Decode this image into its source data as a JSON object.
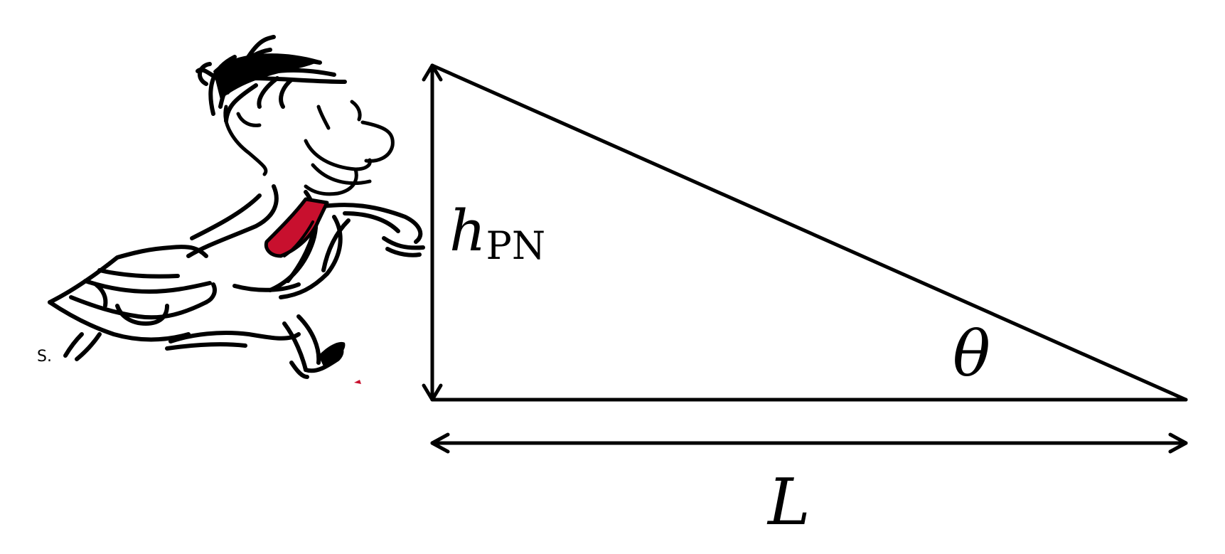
{
  "diagram": {
    "height_label": {
      "symbol": "h",
      "subscript": "PN"
    },
    "length_label": "L",
    "angle_label": "θ",
    "signature": "S."
  },
  "colors": {
    "ink": "#000000",
    "tie": "#c8102e",
    "background": "#ffffff"
  }
}
